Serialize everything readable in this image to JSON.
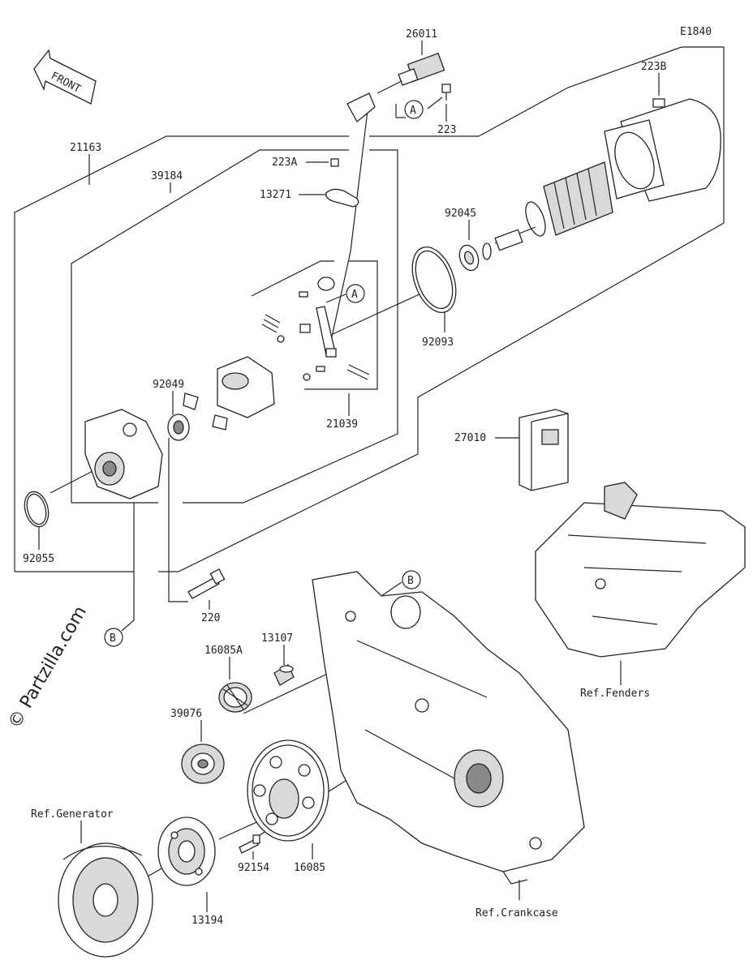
{
  "diagram_code": "E1840",
  "watermark": "© Partzilla.com",
  "front_label": "FRONT",
  "callouts": {
    "a": "A",
    "b": "B"
  },
  "parts": {
    "p26011": "26011",
    "p223b": "223B",
    "p223": "223",
    "p21163": "21163",
    "p39184": "39184",
    "p223a": "223A",
    "p13271": "13271",
    "p92045": "92045",
    "p92093": "92093",
    "p92049": "92049",
    "p21039": "21039",
    "p27010": "27010",
    "p92055": "92055",
    "p220": "220",
    "p13107": "13107",
    "p16085a": "16085A",
    "p39076": "39076",
    "p16085": "16085",
    "p92154": "92154",
    "p13194": "13194"
  },
  "references": {
    "fenders": "Ref.Fenders",
    "generator": "Ref.Generator",
    "crankcase": "Ref.Crankcase"
  }
}
